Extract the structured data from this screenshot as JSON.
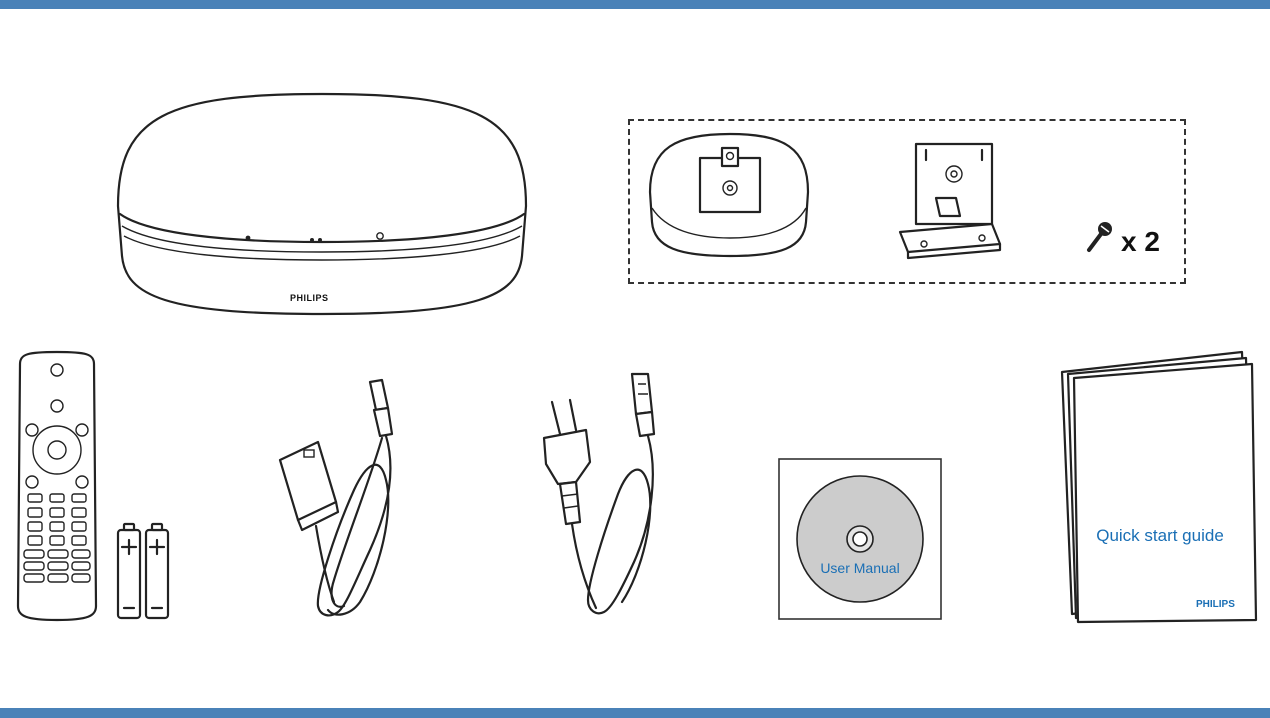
{
  "colors": {
    "frame_bar": "#4a82b8",
    "accent_text": "#1a6fb5",
    "cd_fill": "#cccccc"
  },
  "soundbar": {
    "brand": "PHILIPS"
  },
  "mount_kit": {
    "screw_quantity": "x 2"
  },
  "user_manual_cd": {
    "label": "User Manual"
  },
  "quick_start_guide": {
    "title": "Quick start guide",
    "brand": "PHILIPS"
  }
}
